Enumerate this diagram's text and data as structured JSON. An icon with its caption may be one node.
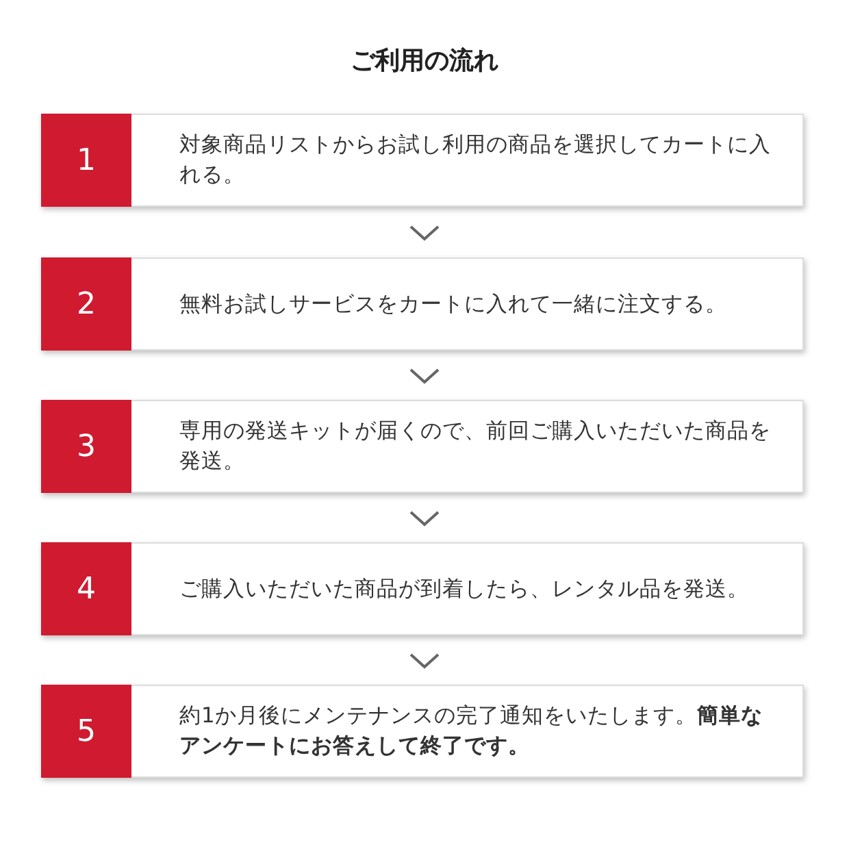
{
  "diagram": {
    "title": "ご利用の流れ",
    "nodes": [
      {
        "text": [
          "1",
          "対象商品リストからお試し利用の商品を選択してカートに入れる。"
        ]
      },
      {
        "text": [
          "2",
          "無料お試しサービスをカートに入れて一緒に注文する。"
        ]
      },
      {
        "text": [
          "3",
          "専用の発送キットが届くので、前回ご購入いただいた商品を発送。"
        ]
      },
      {
        "text": [
          "4",
          "ご購入いただいた商品が到着したら、レンタル品を発送。"
        ]
      },
      {
        "text": [
          "5",
          "約1か月後にメンテナンスの完了通知をいたします。**簡単なアンケートにお答えして終了です。**"
        ]
      }
    ],
    "edges": [
      {
        "from": 0,
        "to": 1,
        "arrow": "to"
      },
      {
        "from": 1,
        "to": 2,
        "arrow": "to"
      },
      {
        "from": 2,
        "to": 3,
        "arrow": "to"
      },
      {
        "from": 3,
        "to": 4,
        "arrow": "to"
      }
    ]
  }
}
